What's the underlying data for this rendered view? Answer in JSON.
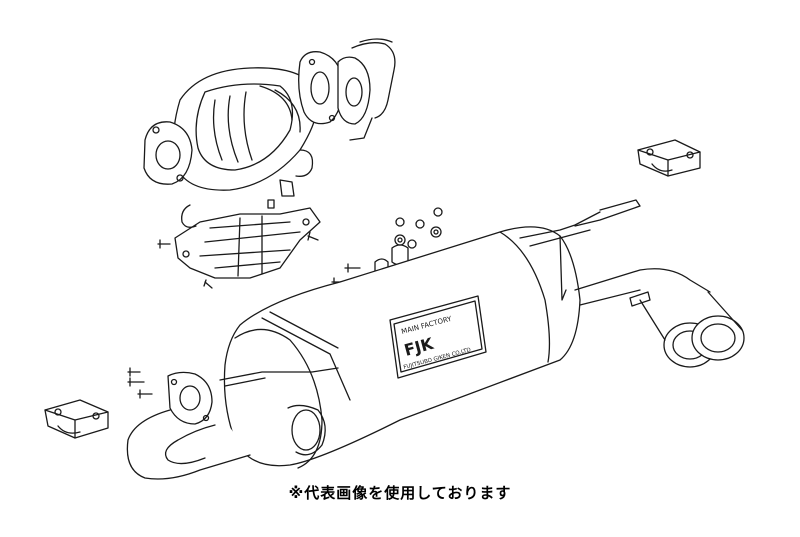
{
  "diagram": {
    "caption": "※代表画像を使用しております",
    "badge": {
      "line1": "MAIN FACTORY",
      "logo": "FJK",
      "line2": "FUJITSUBO GIKEN CO.LTD"
    }
  },
  "colors": {
    "line": "#1a1a1a",
    "background": "#ffffff",
    "caption": "#000000"
  }
}
